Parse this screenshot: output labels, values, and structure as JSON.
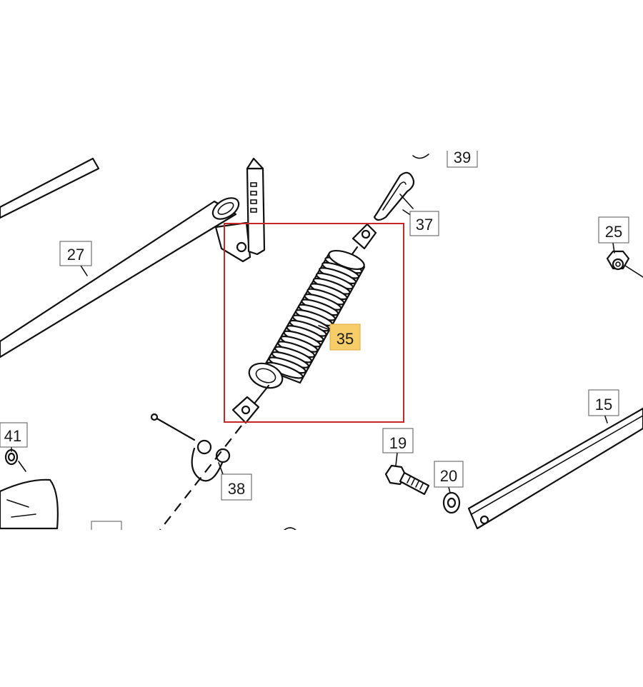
{
  "diagram": {
    "highlight_color": "#f7cd6a",
    "frame_color": "#c62828",
    "labels": [
      {
        "id": "27",
        "text": "27"
      },
      {
        "id": "37",
        "text": "37"
      },
      {
        "id": "39",
        "text": "39"
      },
      {
        "id": "25",
        "text": "25"
      },
      {
        "id": "35",
        "text": "35",
        "highlighted": true
      },
      {
        "id": "15",
        "text": "15"
      },
      {
        "id": "41",
        "text": "41"
      },
      {
        "id": "19",
        "text": "19"
      },
      {
        "id": "20",
        "text": "20"
      },
      {
        "id": "38",
        "text": "38"
      }
    ]
  }
}
